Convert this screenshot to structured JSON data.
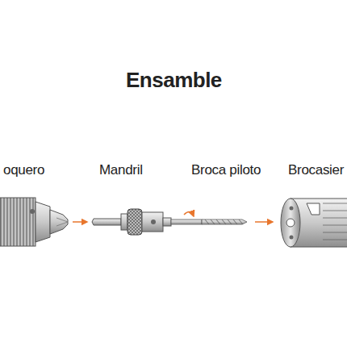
{
  "diagram": {
    "title": "Ensamble",
    "labels": [
      "oquero",
      "Mandril",
      "Broca piloto",
      "Brocasier"
    ]
  }
}
